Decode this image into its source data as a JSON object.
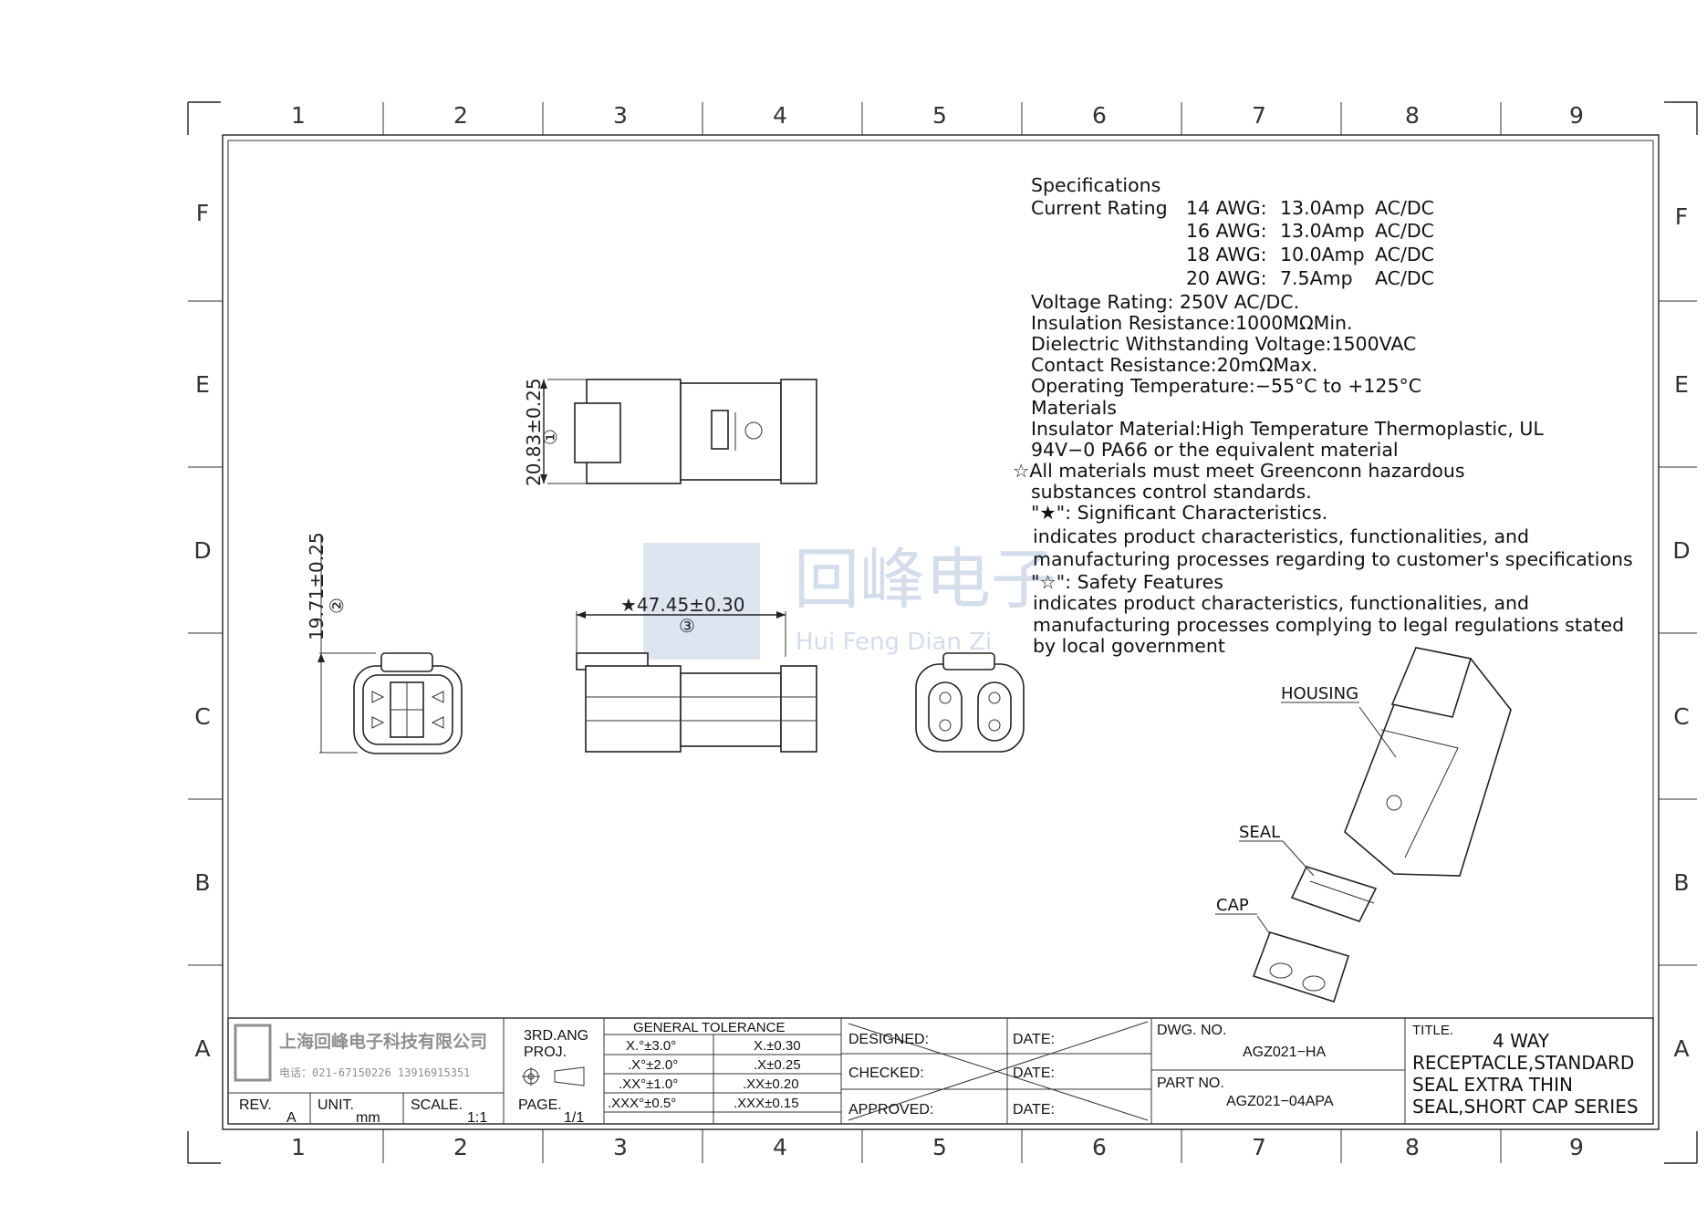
{
  "zones": {
    "columns": [
      "1",
      "2",
      "3",
      "4",
      "5",
      "6",
      "7",
      "8",
      "9"
    ],
    "rows": [
      "F",
      "E",
      "D",
      "C",
      "B",
      "A"
    ]
  },
  "specifications": {
    "heading": "Specifications",
    "current_rating_label": "Current Rating",
    "current_ratings": [
      {
        "gauge": "14 AWG:",
        "rating": "13.0Amp",
        "type": "AC/DC"
      },
      {
        "gauge": "16 AWG:",
        "rating": "13.0Amp",
        "type": "AC/DC"
      },
      {
        "gauge": "18 AWG:",
        "rating": "10.0Amp",
        "type": "AC/DC"
      },
      {
        "gauge": "20 AWG:",
        "rating": "7.5Amp",
        "type": "AC/DC"
      }
    ],
    "lines": [
      "Voltage Rating: 250V AC/DC.",
      "Insulation Resistance:1000MΩMin.",
      "Dielectric Withstanding Voltage:1500VAC",
      "Contact Resistance:20mΩMax.",
      "Operating Temperature:−55°C to +125°C",
      "Materials",
      "Insulator Material:High Temperature Thermoplastic, UL",
      "94V−0 PA66 or the equivalent material",
      "☆All materials must meet Greenconn hazardous",
      "substances control standards.",
      "\"★\": Significant Characteristics.",
      "indicates product characteristics, functionalities, and",
      "manufacturing processes regarding to customer's specifications",
      "\"☆\": Safety Features",
      "indicates product characteristics, functionalities, and",
      "manufacturing processes complying to legal regulations stated",
      "by local government"
    ]
  },
  "dimensions": {
    "height_top": "20.83±0.25",
    "height_top_ref": "①",
    "height_side": "19.71±0.25",
    "height_side_ref": "②",
    "length": "★47.45±0.30",
    "length_ref": "③"
  },
  "callouts": {
    "housing": "HOUSING",
    "seal": "SEAL",
    "cap": "CAP"
  },
  "watermark": {
    "cn": "回峰电子",
    "en": "Hui Feng Dian Zi"
  },
  "title_block": {
    "company_cn": "上海回峰电子科技有限公司",
    "company_phone": "电话：021-67150226  13916915351",
    "rev_label": "REV.",
    "rev_value": "A",
    "unit_label": "UNIT.",
    "unit_value": "mm",
    "scale_label": "SCALE.",
    "scale_value": "1:1",
    "projection_label": "3RD.ANG",
    "projection_label2": "PROJ.",
    "page_label": "PAGE.",
    "page_value": "1/1",
    "tolerance_heading": "GENERAL TOLERANCE",
    "tolerances": [
      {
        "angle": "X.°±3.0°",
        "linear": "X.±0.30"
      },
      {
        "angle": ".X°±2.0°",
        "linear": ".X±0.25"
      },
      {
        "angle": ".XX°±1.0°",
        "linear": ".XX±0.20"
      },
      {
        "angle": ".XXX°±0.5°",
        "linear": ".XXX±0.15"
      }
    ],
    "designed_label": "DESIGNED:",
    "checked_label": "CHECKED:",
    "approved_label": "APPROVED:",
    "date_label": "DATE:",
    "dwg_no_label": "DWG. NO.",
    "dwg_no_value": "AGZ021−HA",
    "part_no_label": "PART NO.",
    "part_no_value": "AGZ021−04APA",
    "title_label": "TITLE.",
    "title_lines": [
      "4 WAY",
      "RECEPTACLE,STANDARD",
      "SEAL EXTRA THIN",
      "SEAL,SHORT CAP SERIES"
    ]
  },
  "colors": {
    "ink": "#222222",
    "watermark": "#9fb4d6",
    "logo_gray": "#8f8f8f"
  }
}
